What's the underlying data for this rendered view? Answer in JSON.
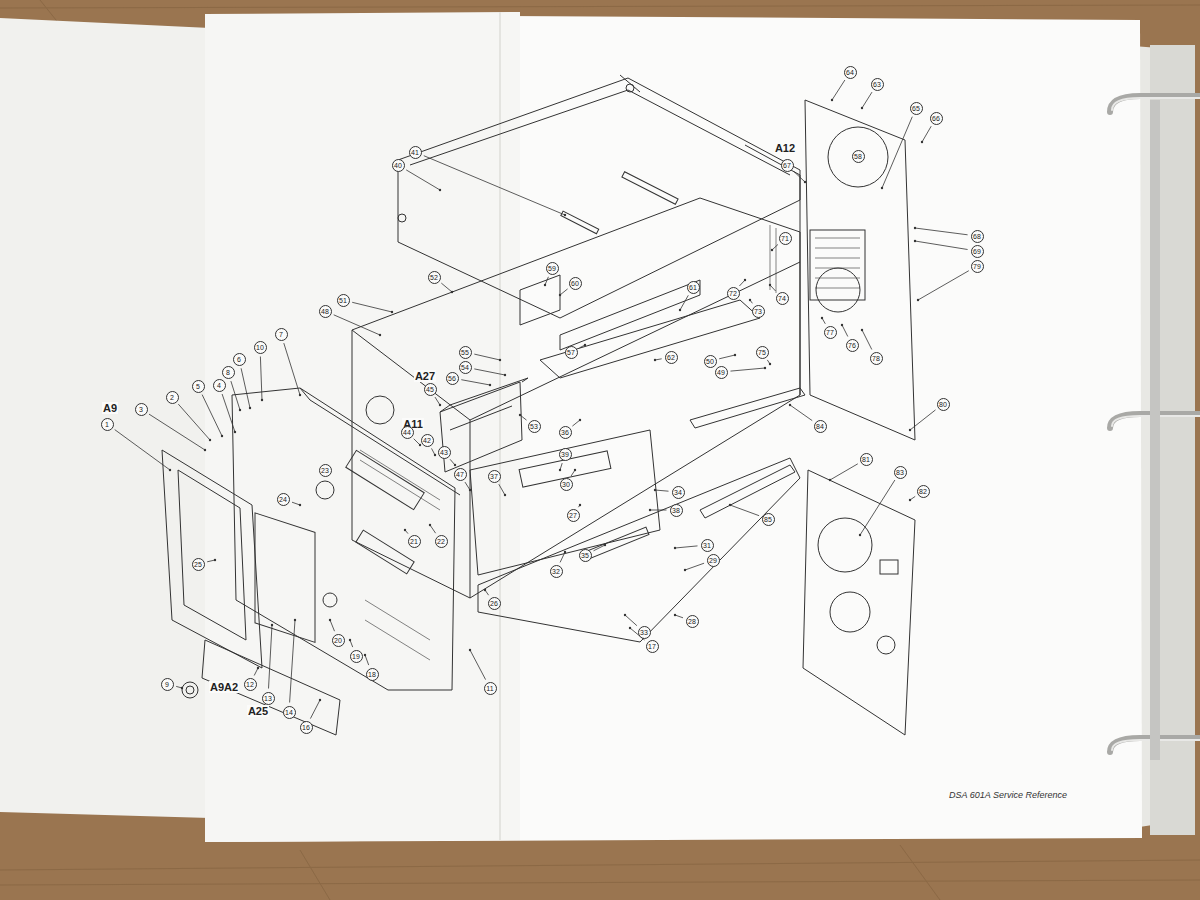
{
  "diagram": {
    "labels": [
      "64",
      "63",
      "65",
      "66",
      "A12",
      "67",
      "58",
      "68",
      "69",
      "79",
      "71",
      "74",
      "72",
      "73",
      "77",
      "76",
      "78",
      "41",
      "40",
      "52",
      "51",
      "48",
      "59",
      "60",
      "61",
      "57",
      "55",
      "54",
      "56",
      "62",
      "50",
      "75",
      "49",
      "A27",
      "45",
      "A11",
      "44",
      "42",
      "53",
      "43",
      "36",
      "39",
      "37",
      "47",
      "84",
      "80",
      "81",
      "83",
      "82",
      "85",
      "34",
      "38",
      "31",
      "29",
      "35",
      "32",
      "27",
      "30",
      "33",
      "28",
      "17",
      "26",
      "A9",
      "1",
      "3",
      "2",
      "4",
      "5",
      "8",
      "6",
      "10",
      "7",
      "9",
      "A9A2",
      "12",
      "13",
      "14",
      "A25",
      "16",
      "11",
      "18",
      "19",
      "20",
      "21",
      "22",
      "23",
      "24",
      "25",
      "DSA 601A Service Reference"
    ]
  }
}
